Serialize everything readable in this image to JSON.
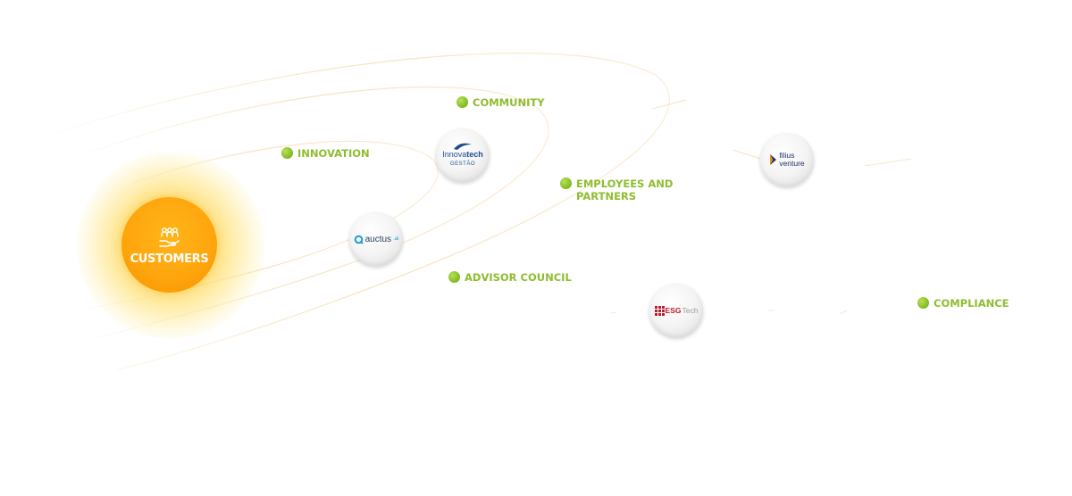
{
  "center": {
    "label": "CUSTOMERS",
    "icon": "customers-handshake-icon"
  },
  "labels": {
    "community": "COMMUNITY",
    "innovation": "INNOVATION",
    "employees_partners_line1": "EMPLOYEES AND",
    "employees_partners_line2": "PARTNERS",
    "advisor_council": "ADVISOR COUNCIL",
    "compliance": "COMPLIANCE"
  },
  "logos": {
    "innovatech_name_a": "Innova",
    "innovatech_name_b": "tech",
    "innovatech_sub": "GESTÃO",
    "auctus_name": "auctus",
    "auctus_suffix": ".ai",
    "filius_line1": "filius",
    "filius_line2": "venture",
    "esg_name_a": "ESG",
    "esg_name_b": "Tech"
  },
  "colors": {
    "label_green": "#8ebd2f",
    "sun_orange": "#ffa60d",
    "orbit_line": "#f7d9b0"
  }
}
